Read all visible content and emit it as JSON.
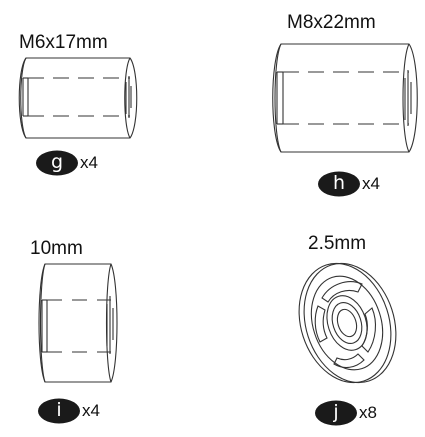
{
  "parts": [
    {
      "size": "M6x17mm",
      "letter": "g",
      "quantity": "x4"
    },
    {
      "size": "M8x22mm",
      "letter": "h",
      "quantity": "x4"
    },
    {
      "size": "10mm",
      "letter": "i",
      "quantity": "x4"
    },
    {
      "size": "2.5mm",
      "letter": "j",
      "quantity": "x8"
    }
  ],
  "colors": {
    "line": "#333333",
    "badge": "#1a1a1a",
    "badge_text": "#ffffff"
  }
}
